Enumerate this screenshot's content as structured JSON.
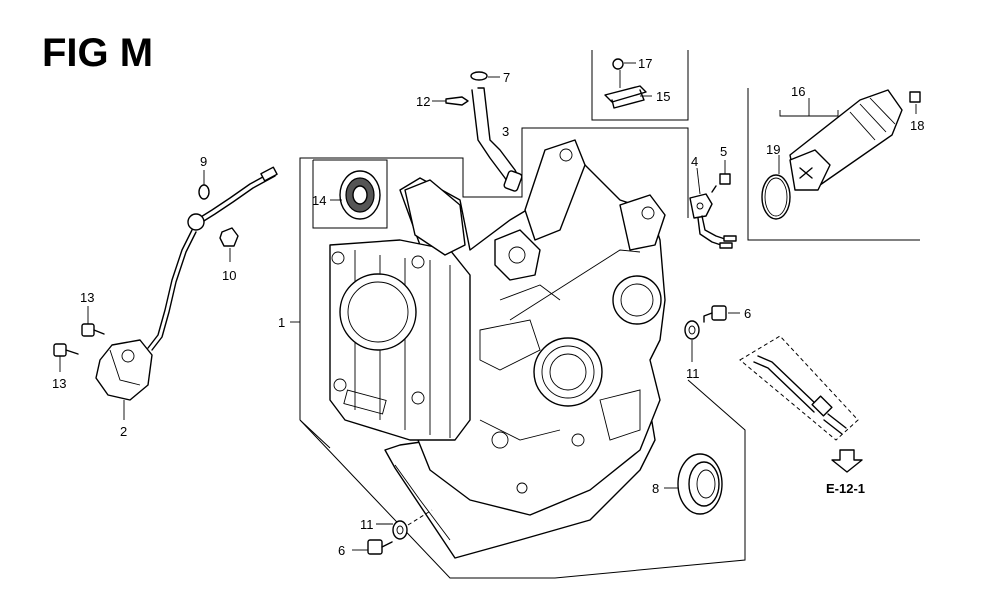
{
  "figure": {
    "title": "FIG M",
    "reference": "E-12-1"
  },
  "callouts": {
    "c1": "1",
    "c2": "2",
    "c3": "3",
    "c4": "4",
    "c5": "5",
    "c6a": "6",
    "c6b": "6",
    "c7": "7",
    "c8": "8",
    "c9": "9",
    "c10": "10",
    "c11a": "11",
    "c11b": "11",
    "c12": "12",
    "c13a": "13",
    "c13b": "13",
    "c14": "14",
    "c15": "15",
    "c16": "16",
    "c17": "17",
    "c18": "18",
    "c19": "19"
  }
}
